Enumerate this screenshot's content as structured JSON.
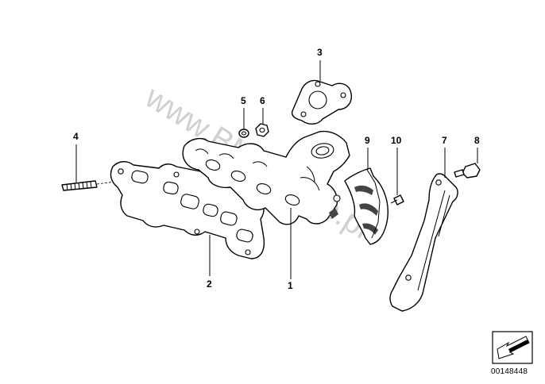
{
  "diagram": {
    "watermark": "www.BMWstore.pl",
    "diagram_id": "00148448",
    "callouts": {
      "c1": "1",
      "c2": "2",
      "c3": "3",
      "c4": "4",
      "c5": "5",
      "c6": "6",
      "c7": "7",
      "c8": "8",
      "c9": "9",
      "c10": "10"
    }
  }
}
